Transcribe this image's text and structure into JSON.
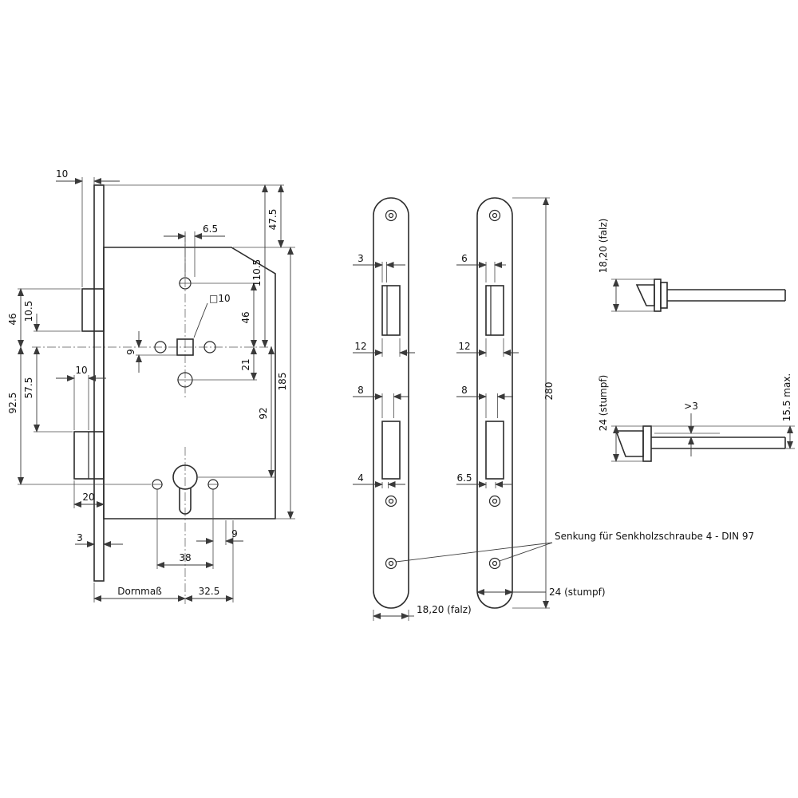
{
  "colors": {
    "line": "#2b2b2b",
    "background": "#ffffff"
  },
  "main": {
    "d10_top": "10",
    "d6_5": "6.5",
    "d47_5": "47.5",
    "d110_5": "110.5",
    "d46_right": "46",
    "d21": "21",
    "d92": "92",
    "d185": "185",
    "d46_left": "46",
    "d10_5": "10.5",
    "d57_5": "57.5",
    "d92_5": "92.5",
    "d10_bolt": "10",
    "d20": "20",
    "d3": "3",
    "d9_nut": "9",
    "dsq10": "□10",
    "d9_bottom": "9",
    "d38": "38",
    "dornmass": "Dornmaß",
    "d32_5": "32.5"
  },
  "plate_falz": {
    "d3": "3",
    "d12": "12",
    "d8": "8",
    "d4": "4",
    "width": "18,20 (falz)"
  },
  "plate_stumpf": {
    "d6": "6",
    "d12": "12",
    "d8": "8",
    "d6_5": "6.5",
    "d280": "280",
    "width": "24 (stumpf)"
  },
  "side_falz": {
    "label": "18,20 (falz)"
  },
  "side_stumpf": {
    "label": "24 (stumpf)",
    "gap": ">3",
    "dmax": "15.5 max."
  },
  "note": {
    "text": "Senkung für Senkholzschraube 4 - DIN 97"
  }
}
